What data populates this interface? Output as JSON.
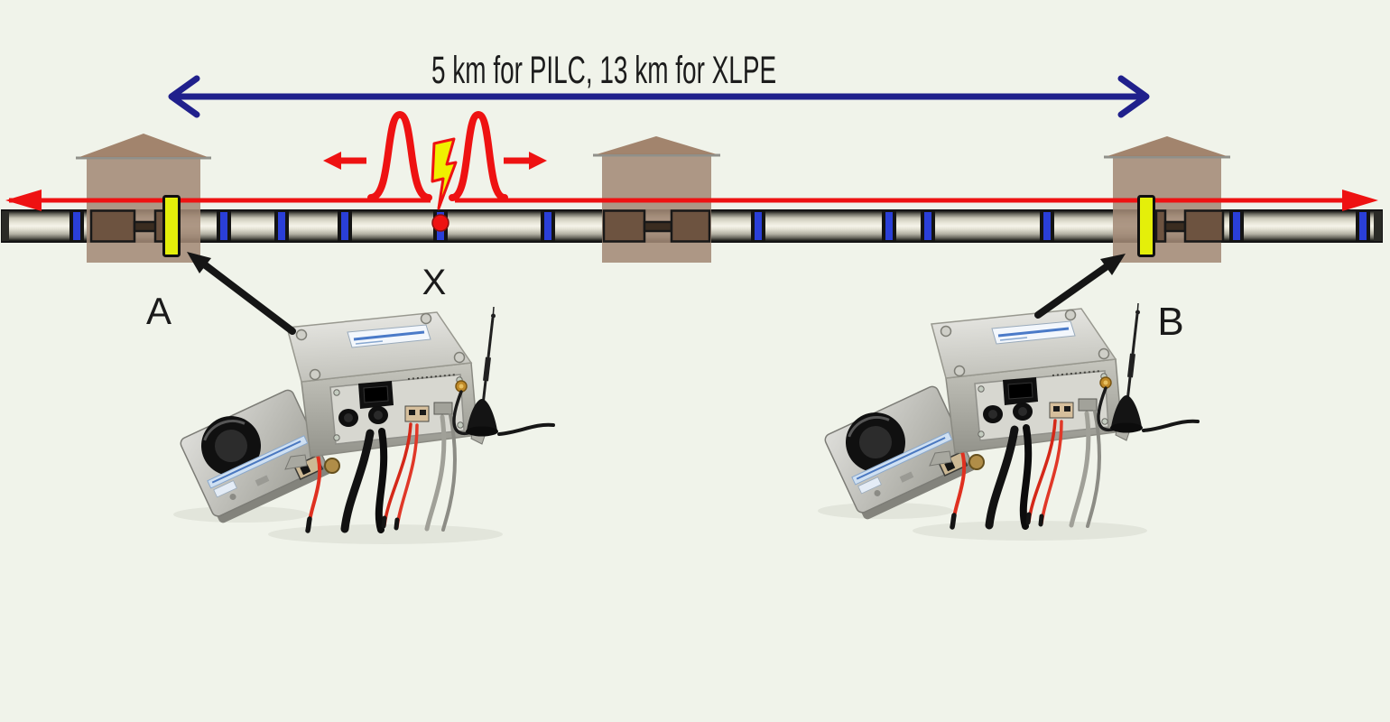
{
  "diagram": {
    "title": "5 km for PILC, 13 km for XLPE",
    "labels": {
      "sensor_a": "A",
      "fault": "X",
      "sensor_b": "B"
    },
    "icons": {
      "fault": "lightning-bolt-icon",
      "pd_pulses": "gaussian-pulse-icon",
      "distance": "double-headed-arrow-icon",
      "substation": "house-icon",
      "sensor": "yellow-coupler-icon",
      "monitoring_equipment": "pd-monitor-unit-photo",
      "antenna": "whip-antenna-icon"
    },
    "colors": {
      "background": "#f0f3ea",
      "signal-red": "#ee1212",
      "distance-navy": "#20208c",
      "joint-blue": "#2a3fd8",
      "sensor-yellow": "#e4ef0a",
      "house-tan": "#a38a76",
      "lightning-yellow": "#f0f000",
      "cable-metal-light": "#f5f3e9",
      "cable-metal-dark": "#0e0e0c",
      "pointer-black": "#151515"
    }
  }
}
